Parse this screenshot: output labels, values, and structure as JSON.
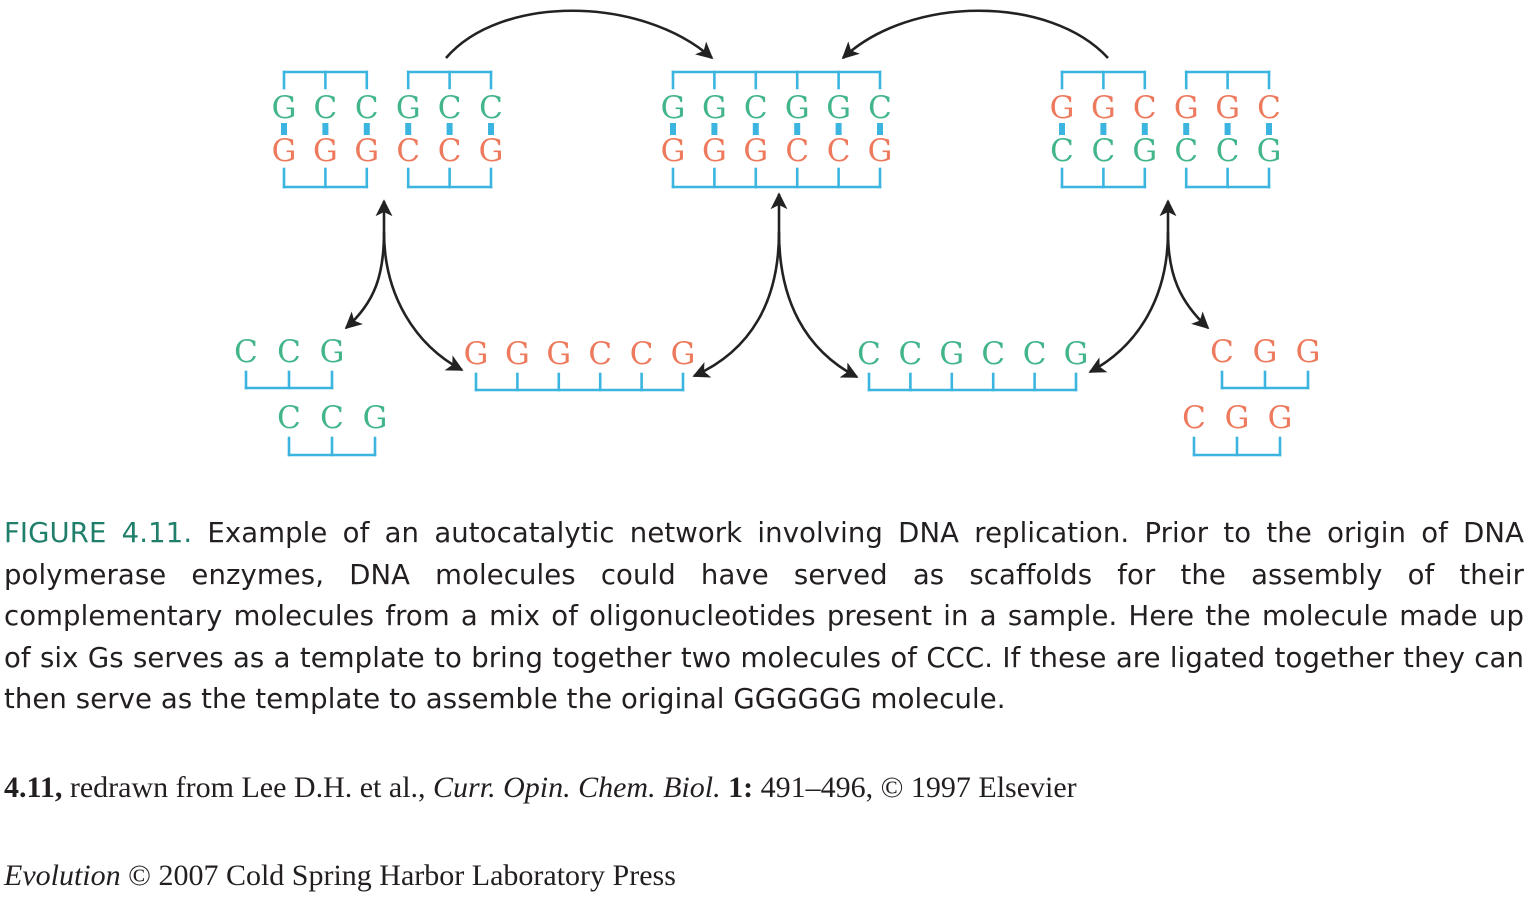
{
  "colors": {
    "backbone": "#3bb5e0",
    "g_base": "#42b58a",
    "c_base": "#ee7a5e",
    "arrow": "#222222",
    "figure_label": "#1f7f6a"
  },
  "diagram": {
    "duplexes": [
      {
        "name": "duplex-left",
        "top": [
          "G",
          "C",
          "C",
          "G",
          "C",
          "C"
        ],
        "bottom": [
          "G",
          "G",
          "G",
          "C",
          "C",
          "G"
        ],
        "top_colors": [
          "g",
          "g",
          "g",
          "g",
          "g",
          "g"
        ],
        "bottom_colors": [
          "c",
          "c",
          "c",
          "c",
          "c",
          "c"
        ],
        "nick_after": 2
      },
      {
        "name": "duplex-center",
        "top": [
          "G",
          "G",
          "C",
          "G",
          "G",
          "C"
        ],
        "bottom": [
          "G",
          "G",
          "G",
          "C",
          "C",
          "G"
        ],
        "top_colors": [
          "g",
          "g",
          "g",
          "g",
          "g",
          "g"
        ],
        "bottom_colors": [
          "c",
          "c",
          "c",
          "c",
          "c",
          "c"
        ],
        "nick_after": null
      },
      {
        "name": "duplex-right",
        "top": [
          "G",
          "G",
          "C",
          "G",
          "G",
          "C"
        ],
        "bottom": [
          "C",
          "C",
          "G",
          "C",
          "C",
          "G"
        ],
        "top_colors": [
          "c",
          "c",
          "c",
          "c",
          "c",
          "c"
        ],
        "bottom_colors": [
          "g",
          "g",
          "g",
          "g",
          "g",
          "g"
        ],
        "nick_after": 2
      }
    ],
    "single_strands": [
      {
        "name": "strand-left-fragment-a",
        "bases": [
          "C",
          "C",
          "G"
        ],
        "colors": [
          "g",
          "g",
          "g"
        ]
      },
      {
        "name": "strand-left-fragment-b",
        "bases": [
          "C",
          "C",
          "G"
        ],
        "colors": [
          "g",
          "g",
          "g"
        ]
      },
      {
        "name": "strand-center-left",
        "bases": [
          "G",
          "G",
          "G",
          "C",
          "C",
          "G"
        ],
        "colors": [
          "c",
          "c",
          "c",
          "c",
          "c",
          "c"
        ]
      },
      {
        "name": "strand-center-right",
        "bases": [
          "C",
          "C",
          "G",
          "C",
          "C",
          "G"
        ],
        "colors": [
          "g",
          "g",
          "g",
          "g",
          "g",
          "g"
        ]
      },
      {
        "name": "strand-right-fragment-a",
        "bases": [
          "C",
          "G",
          "G"
        ],
        "colors": [
          "c",
          "c",
          "c"
        ]
      },
      {
        "name": "strand-right-fragment-b",
        "bases": [
          "C",
          "G",
          "G"
        ],
        "colors": [
          "c",
          "c",
          "c"
        ]
      }
    ]
  },
  "caption": {
    "label": "FIGURE 4.11.",
    "text": "Example of an autocatalytic network involving DNA replication. Prior to the origin of DNA polymerase enzymes, DNA molecules could have served as scaffolds for the assembly of their complementary molecules from a mix of oligonucleotides present in a sample. Here the molecule made up of six Gs serves as a template to bring together two molecules of CCC. If these are ligated together they can then serve as the template to assemble the original GGGGGG molecule."
  },
  "credit": {
    "fig_ref": "4.11,",
    "pre": "redrawn from Lee D.H. et al.,",
    "journal": "Curr. Opin. Chem. Biol.",
    "volume": "1:",
    "pages": "491–496, © 1997 Elsevier"
  },
  "copyright": {
    "title": "Evolution",
    "text": "© 2007 Cold Spring Harbor Laboratory Press"
  }
}
